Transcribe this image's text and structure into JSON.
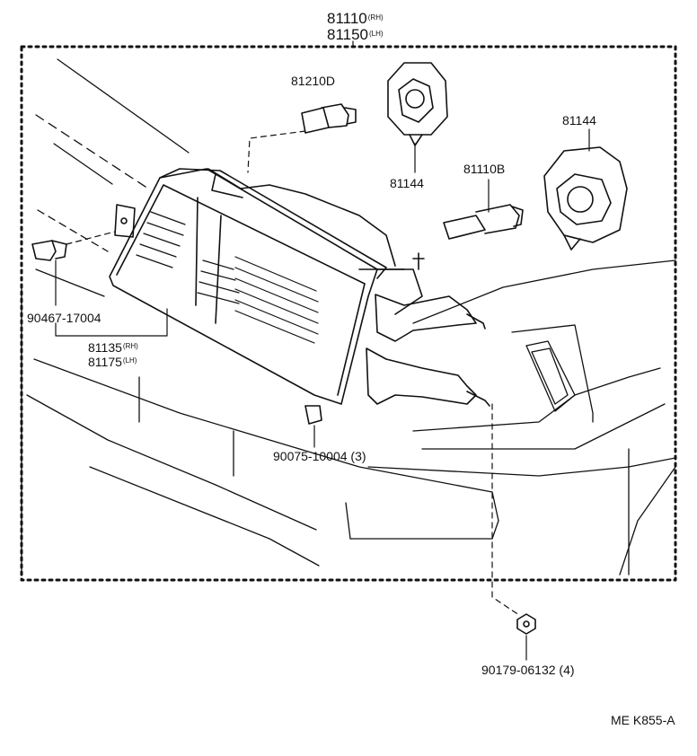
{
  "assembly": {
    "rh_part": "81110",
    "rh_tag": "(RH)",
    "lh_part": "81150",
    "lh_tag": "(LH)"
  },
  "bulb_side": "81210D",
  "socket_top": "81144",
  "socket_right": "81144",
  "bulb_main": "81110B",
  "clip": "90467-17004",
  "lens": {
    "rh_part": "81135",
    "rh_tag": "(RH)",
    "lh_part": "81175",
    "lh_tag": "(LH)"
  },
  "clip_lower": "90075-10004",
  "clip_lower_qty": "(3)",
  "nut": "90179-06132",
  "nut_qty": "(4)",
  "diagram_code": "ME K855-A"
}
